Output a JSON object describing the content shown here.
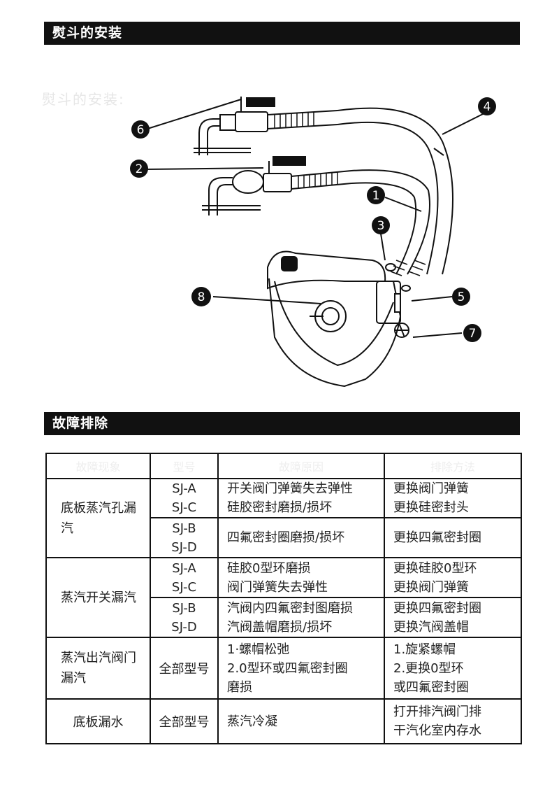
{
  "sections": {
    "install_title": "熨斗的安装",
    "trouble_title": "故障排除"
  },
  "diagram": {
    "ghost_title": "熨斗的安装:",
    "callouts": [
      "1",
      "2",
      "3",
      "4",
      "5",
      "6",
      "7",
      "8"
    ]
  },
  "table": {
    "headers": [
      "故障现象",
      "型号",
      "故障原因",
      "排除方法"
    ],
    "rows": [
      {
        "category": "底板蒸汽孔漏汽",
        "sub": [
          {
            "models": [
              "SJ-A",
              "SJ-C"
            ],
            "causes": [
              "开关阀门弹簧失去弹性",
              "硅胶密封磨损/损坏"
            ],
            "fixes": [
              "更换阀门弹簧",
              "更换硅密封头"
            ]
          },
          {
            "models": [
              "SJ-B",
              "SJ-D"
            ],
            "causes": [
              "四氟密封圈磨损/损坏"
            ],
            "fixes": [
              "更换四氟密封圈"
            ]
          }
        ]
      },
      {
        "category": "蒸汽开关漏汽",
        "sub": [
          {
            "models": [
              "SJ-A",
              "SJ-C"
            ],
            "causes": [
              "硅胶0型环磨损",
              "阀门弹簧失去弹性"
            ],
            "fixes": [
              "更换硅胶0型环",
              "更换阀门弹簧"
            ]
          },
          {
            "models": [
              "SJ-B",
              "SJ-D"
            ],
            "causes": [
              "汽阀内四氟密封图磨损",
              "汽阀盖帽磨损/损坏"
            ],
            "fixes": [
              "更换四氟密封圈",
              "更换汽阀盖帽"
            ]
          }
        ]
      },
      {
        "category": "蒸汽出汽阀门漏汽",
        "sub": [
          {
            "models": [
              "全部型号"
            ],
            "causes": [
              "1·螺帽松弛",
              "2.0型环或四氟密封圈",
              "磨损"
            ],
            "fixes": [
              "1.旋紧螺帽",
              "2.更换0型环",
              "或四氟密封圈"
            ]
          }
        ]
      },
      {
        "category": "底板漏水",
        "sub": [
          {
            "models": [
              "全部型号"
            ],
            "causes": [
              "蒸汽冷凝"
            ],
            "fixes": [
              "打开排汽阀门排",
              "干汽化室内存水"
            ]
          }
        ]
      }
    ]
  }
}
